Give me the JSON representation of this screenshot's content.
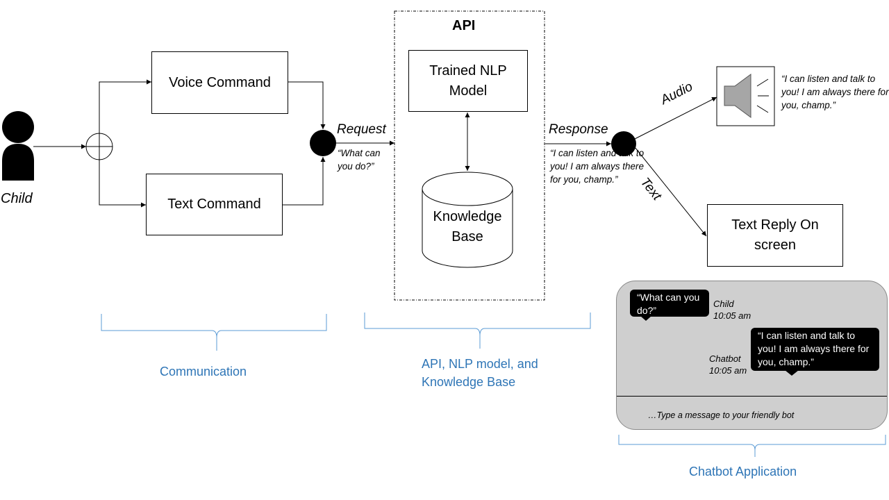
{
  "nodes": {
    "child": "Child",
    "voice_command": "Voice Command",
    "text_command": "Text Command",
    "api_title": "API",
    "nlp_model": "Trained NLP Model",
    "knowledge_base": "Knowledge Base",
    "text_reply": "Text Reply On screen"
  },
  "edges": {
    "request": "Request",
    "request_quote": "“What can you do?”",
    "response": "Response",
    "response_quote": "“I can listen and talk to you! I am always there for you, champ.”",
    "audio": "Audio",
    "text": "Text",
    "audio_quote": "“I can listen and talk to you! I am always there for you, champ.”"
  },
  "groups": {
    "communication": "Communication",
    "api_group": "API, NLP model, and Knowledge Base",
    "chatbot_app": "Chatbot Application"
  },
  "chat": {
    "child_message": "“What can you do?”",
    "child_sender": "Child",
    "child_time": "10:05 am",
    "bot_message": "“I can listen and talk to you! I am always there for you, champ.”",
    "bot_sender": "Chatbot",
    "bot_time": "10:05 am",
    "input_placeholder": "…Type a message to your friendly bot"
  },
  "colors": {
    "accent_blue": "#2e75b6",
    "brace_blue": "#5b9bd5",
    "chat_background": "#cfcfcf",
    "speaker_gray": "#a6a6a6"
  },
  "icons": [
    "person-icon",
    "summing-junction-icon",
    "speaker-icon"
  ]
}
